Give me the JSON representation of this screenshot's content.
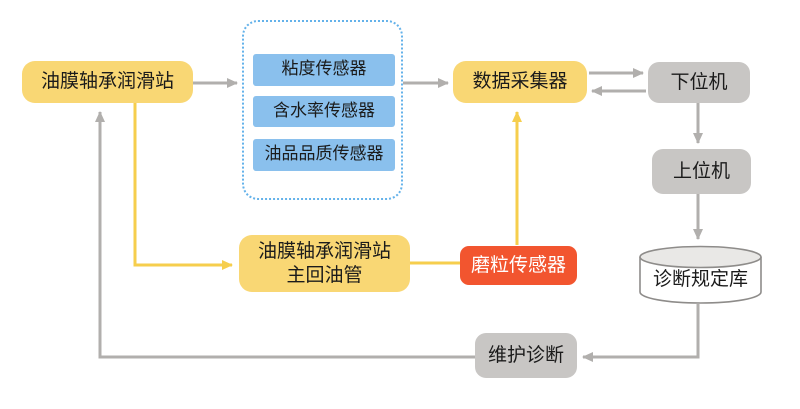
{
  "colors": {
    "yellow_fill": "#F9D774",
    "blue_fill": "#8AC0ED",
    "gray_fill": "#C8C6C4",
    "red_fill": "#F2552F",
    "gray_line": "#B1AFAD",
    "yellow_line": "#F6CE4D",
    "dashed_border": "#64B2EA",
    "text_dark": "#1B1B1B",
    "text_light": "#FFFFFF",
    "cyl_stroke": "#8E8C8A",
    "cyl_top": "#E9E8E6"
  },
  "nodes": {
    "station": {
      "label": "油膜轴承润滑站"
    },
    "viscosity_sensor": {
      "label": "粘度传感器"
    },
    "water_content_sensor": {
      "label": "含水率传感器"
    },
    "oil_quality_sensor": {
      "label": "油品品质传感器"
    },
    "data_collector": {
      "label": "数据采集器"
    },
    "lower_computer": {
      "label": "下位机"
    },
    "upper_computer": {
      "label": "上位机"
    },
    "diagnosis_rule_db": {
      "label": "诊断规定库"
    },
    "main_return_pipe": {
      "label_line1": "油膜轴承润滑站",
      "label_line2": "主回油管"
    },
    "wear_particle_sensor": {
      "label": "磨粒传感器"
    },
    "maintenance_diagnosis": {
      "label": "维护诊断"
    }
  }
}
